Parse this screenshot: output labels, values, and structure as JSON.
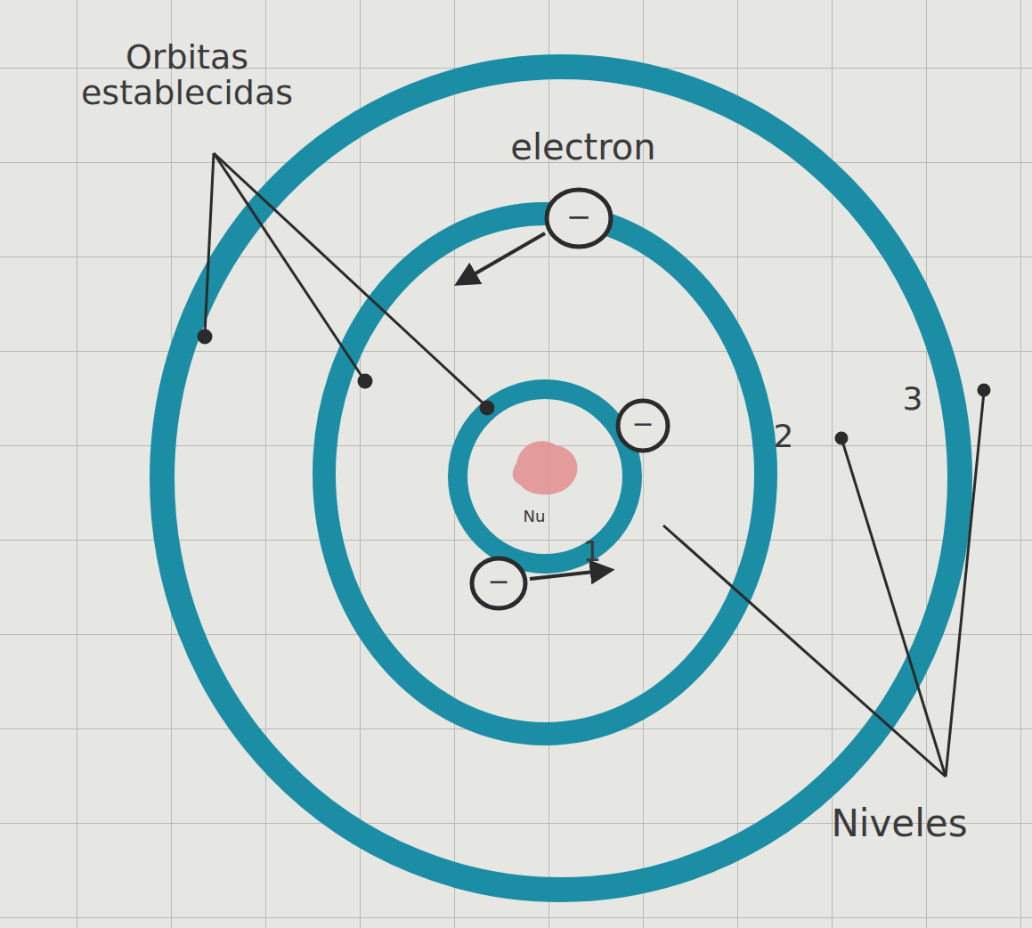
{
  "diagram": {
    "labels": [
      "Orbitas establecidas",
      "electron",
      "−",
      "−",
      "−",
      "Nu",
      "1",
      "2",
      "3",
      "Niveles"
    ]
  }
}
